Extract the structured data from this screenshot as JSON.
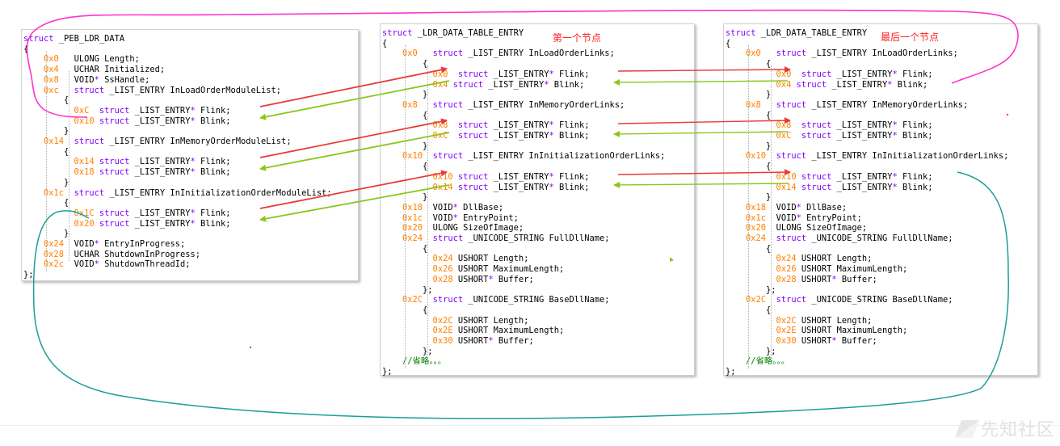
{
  "panels": [
    {
      "id": "peb-ldr-data",
      "lines": [
        [
          [
            "kw",
            "struct"
          ],
          [
            "st",
            " _PEB_LDR_DATA"
          ]
        ],
        [
          [
            "st",
            "{"
          ]
        ],
        [
          [
            "off",
            "    0x0  "
          ],
          [
            "tp",
            " ULONG Length;"
          ]
        ],
        [
          [
            "off",
            "    0x4  "
          ],
          [
            "tp",
            " UCHAR Initialized;"
          ]
        ],
        [
          [
            "off",
            "    0x8  "
          ],
          [
            "tp",
            " VOID"
          ],
          [
            "kw",
            "*"
          ],
          [
            "tp",
            " SsHandle;"
          ]
        ],
        [
          [
            "off",
            "    0xc  "
          ],
          [
            "kw",
            " struct"
          ],
          [
            "st",
            " _LIST_ENTRY InLoadOrderModuleList;"
          ]
        ],
        [
          [
            "st",
            "        {"
          ]
        ],
        [
          [
            "off",
            "          0xC"
          ],
          [
            "kw",
            "  struct"
          ],
          [
            "st",
            " _LIST_ENTRY"
          ],
          [
            "kw",
            "*"
          ],
          [
            "st",
            " Flink;"
          ]
        ],
        [
          [
            "off",
            "          0x10"
          ],
          [
            "kw",
            " struct"
          ],
          [
            "st",
            " _LIST_ENTRY"
          ],
          [
            "kw",
            "*"
          ],
          [
            "st",
            " Blink;"
          ]
        ],
        [
          [
            "st",
            "        }"
          ]
        ],
        [
          [
            "off",
            "    0x14 "
          ],
          [
            "kw",
            " struct"
          ],
          [
            "st",
            " _LIST_ENTRY InMemoryOrderModuleList;"
          ]
        ],
        [
          [
            "st",
            "        {"
          ]
        ],
        [
          [
            "off",
            "          0x14"
          ],
          [
            "kw",
            " struct"
          ],
          [
            "st",
            " _LIST_ENTRY"
          ],
          [
            "kw",
            "*"
          ],
          [
            "st",
            " Flink;"
          ]
        ],
        [
          [
            "off",
            "          0x18"
          ],
          [
            "kw",
            " struct"
          ],
          [
            "st",
            " _LIST_ENTRY"
          ],
          [
            "kw",
            "*"
          ],
          [
            "st",
            " Blink;"
          ]
        ],
        [
          [
            "st",
            "        }"
          ]
        ],
        [
          [
            "off",
            "    0x1c "
          ],
          [
            "kw",
            " struct"
          ],
          [
            "st",
            " _LIST_ENTRY InInitializationOrderModuleList;"
          ]
        ],
        [
          [
            "st",
            "        {"
          ]
        ],
        [
          [
            "off",
            "          0x1C"
          ],
          [
            "kw",
            " struct"
          ],
          [
            "st",
            " _LIST_ENTRY"
          ],
          [
            "kw",
            "*"
          ],
          [
            "st",
            " Flink;"
          ]
        ],
        [
          [
            "off",
            "          0x20"
          ],
          [
            "kw",
            " struct"
          ],
          [
            "st",
            " _LIST_ENTRY"
          ],
          [
            "kw",
            "*"
          ],
          [
            "st",
            " Blink;"
          ]
        ],
        [
          [
            "st",
            "        }"
          ]
        ],
        [
          [
            "off",
            "    0x24 "
          ],
          [
            "tp",
            " VOID"
          ],
          [
            "kw",
            "*"
          ],
          [
            "tp",
            " EntryInProgress;"
          ]
        ],
        [
          [
            "off",
            "    0x28 "
          ],
          [
            "tp",
            " UCHAR ShutdownInProgress;"
          ]
        ],
        [
          [
            "off",
            "    0x2c "
          ],
          [
            "tp",
            " VOID"
          ],
          [
            "kw",
            "*"
          ],
          [
            "tp",
            " ShutdownThreadId;"
          ]
        ],
        [
          [
            "st",
            "};"
          ]
        ]
      ]
    },
    {
      "id": "ldr-entry-first",
      "lines": [
        [
          [
            "kw",
            "struct"
          ],
          [
            "st",
            " _LDR_DATA_TABLE_ENTRY"
          ]
        ],
        [
          [
            "st",
            "{"
          ]
        ],
        [
          [
            "off",
            "    0x0  "
          ],
          [
            "kw",
            " struct"
          ],
          [
            "st",
            " _LIST_ENTRY InLoadOrderLinks;"
          ]
        ],
        [
          [
            "st",
            "        {"
          ]
        ],
        [
          [
            "off",
            "          0x0 "
          ],
          [
            "kw",
            " struct"
          ],
          [
            "st",
            " _LIST_ENTRY"
          ],
          [
            "kw",
            "*"
          ],
          [
            "st",
            " Flink;"
          ]
        ],
        [
          [
            "off",
            "          0x4"
          ],
          [
            "kw",
            " struct"
          ],
          [
            "st",
            " _LIST_ENTRY"
          ],
          [
            "kw",
            "*"
          ],
          [
            "st",
            " Blink;"
          ]
        ],
        [
          [
            "st",
            "        }"
          ]
        ],
        [
          [
            "off",
            "    0x8  "
          ],
          [
            "kw",
            " struct"
          ],
          [
            "st",
            " _LIST_ENTRY InMemoryOrderLinks;"
          ]
        ],
        [
          [
            "st",
            "        {"
          ]
        ],
        [
          [
            "off",
            "          0x8 "
          ],
          [
            "kw",
            " struct"
          ],
          [
            "st",
            " _LIST_ENTRY"
          ],
          [
            "kw",
            "*"
          ],
          [
            "st",
            " Flink;"
          ]
        ],
        [
          [
            "off",
            "          0xC "
          ],
          [
            "kw",
            " struct"
          ],
          [
            "st",
            " _LIST_ENTRY"
          ],
          [
            "kw",
            "*"
          ],
          [
            "st",
            " Blink;"
          ]
        ],
        [
          [
            "st",
            "        }"
          ]
        ],
        [
          [
            "off",
            "    0x10 "
          ],
          [
            "kw",
            " struct"
          ],
          [
            "st",
            " _LIST_ENTRY InInitializationOrderLinks;"
          ]
        ],
        [
          [
            "st",
            "        {"
          ]
        ],
        [
          [
            "off",
            "          0x10"
          ],
          [
            "kw",
            " struct"
          ],
          [
            "st",
            " _LIST_ENTRY"
          ],
          [
            "kw",
            "*"
          ],
          [
            "st",
            " Flink;"
          ]
        ],
        [
          [
            "off",
            "          0x14"
          ],
          [
            "kw",
            " struct"
          ],
          [
            "st",
            " _LIST_ENTRY"
          ],
          [
            "kw",
            "*"
          ],
          [
            "st",
            " Blink;"
          ]
        ],
        [
          [
            "st",
            "        }"
          ]
        ],
        [
          [
            "off",
            "    0x18 "
          ],
          [
            "tp",
            " VOID"
          ],
          [
            "kw",
            "*"
          ],
          [
            "tp",
            " DllBase;"
          ]
        ],
        [
          [
            "off",
            "    0x1c "
          ],
          [
            "tp",
            " VOID"
          ],
          [
            "kw",
            "*"
          ],
          [
            "tp",
            " EntryPoint;"
          ]
        ],
        [
          [
            "off",
            "    0x20 "
          ],
          [
            "tp",
            " ULONG SizeOfImage;"
          ]
        ],
        [
          [
            "off",
            "    0x24 "
          ],
          [
            "kw",
            " struct"
          ],
          [
            "st",
            " _UNICODE_STRING FullDllName;"
          ]
        ],
        [
          [
            "st",
            "        {"
          ]
        ],
        [
          [
            "off",
            "          0x24"
          ],
          [
            "tp",
            " USHORT Length;"
          ]
        ],
        [
          [
            "off",
            "          0x26"
          ],
          [
            "tp",
            " USHORT MaximumLength;"
          ]
        ],
        [
          [
            "off",
            "          0x28"
          ],
          [
            "tp",
            " USHORT"
          ],
          [
            "kw",
            "*"
          ],
          [
            "tp",
            " Buffer;"
          ]
        ],
        [
          [
            "st",
            "        };"
          ]
        ],
        [
          [
            "off",
            "    0x2C "
          ],
          [
            "kw",
            " struct"
          ],
          [
            "st",
            " _UNICODE_STRING BaseDllName;"
          ]
        ],
        [
          [
            "st",
            "        {"
          ]
        ],
        [
          [
            "off",
            "          0x2C"
          ],
          [
            "tp",
            " USHORT Length;"
          ]
        ],
        [
          [
            "off",
            "          0x2E"
          ],
          [
            "tp",
            " USHORT MaximumLength;"
          ]
        ],
        [
          [
            "off",
            "          0x30"
          ],
          [
            "tp",
            " USHORT"
          ],
          [
            "kw",
            "*"
          ],
          [
            "tp",
            " Buffer;"
          ]
        ],
        [
          [
            "st",
            "        };"
          ]
        ],
        [
          [
            "cm",
            "    //省略。。。"
          ]
        ],
        [
          [
            "st",
            "};"
          ]
        ]
      ]
    },
    {
      "id": "ldr-entry-last",
      "lines": [
        [
          [
            "kw",
            "struct"
          ],
          [
            "st",
            " _LDR_DATA_TABLE_ENTRY"
          ]
        ],
        [
          [
            "st",
            "{"
          ]
        ],
        [
          [
            "off",
            "    0x0  "
          ],
          [
            "kw",
            " struct"
          ],
          [
            "st",
            " _LIST_ENTRY InLoadOrderLinks;"
          ]
        ],
        [
          [
            "st",
            "        {"
          ]
        ],
        [
          [
            "off",
            "          0x0 "
          ],
          [
            "kw",
            " struct"
          ],
          [
            "st",
            " _LIST_ENTRY"
          ],
          [
            "kw",
            "*"
          ],
          [
            "st",
            " Flink;"
          ]
        ],
        [
          [
            "off",
            "          0x4"
          ],
          [
            "kw",
            " struct"
          ],
          [
            "st",
            " _LIST_ENTRY"
          ],
          [
            "kw",
            "*"
          ],
          [
            "st",
            " Blink;"
          ]
        ],
        [
          [
            "st",
            "        }"
          ]
        ],
        [
          [
            "off",
            "    0x8  "
          ],
          [
            "kw",
            " struct"
          ],
          [
            "st",
            " _LIST_ENTRY InMemoryOrderLinks;"
          ]
        ],
        [
          [
            "st",
            "        {"
          ]
        ],
        [
          [
            "off",
            "          0x8 "
          ],
          [
            "kw",
            " struct"
          ],
          [
            "st",
            " _LIST_ENTRY"
          ],
          [
            "kw",
            "*"
          ],
          [
            "st",
            " Flink;"
          ]
        ],
        [
          [
            "off",
            "          0xC "
          ],
          [
            "kw",
            " struct"
          ],
          [
            "st",
            " _LIST_ENTRY"
          ],
          [
            "kw",
            "*"
          ],
          [
            "st",
            " Blink;"
          ]
        ],
        [
          [
            "st",
            "        }"
          ]
        ],
        [
          [
            "off",
            "    0x10 "
          ],
          [
            "kw",
            " struct"
          ],
          [
            "st",
            " _LIST_ENTRY InInitializationOrderLinks;"
          ]
        ],
        [
          [
            "st",
            "        {"
          ]
        ],
        [
          [
            "off",
            "          0x10"
          ],
          [
            "kw",
            " struct"
          ],
          [
            "st",
            " _LIST_ENTRY"
          ],
          [
            "kw",
            "*"
          ],
          [
            "st",
            " Flink;"
          ]
        ],
        [
          [
            "off",
            "          0x14"
          ],
          [
            "kw",
            " struct"
          ],
          [
            "st",
            " _LIST_ENTRY"
          ],
          [
            "kw",
            "*"
          ],
          [
            "st",
            " Blink;"
          ]
        ],
        [
          [
            "st",
            "        }"
          ]
        ],
        [
          [
            "off",
            "    0x18 "
          ],
          [
            "tp",
            " VOID"
          ],
          [
            "kw",
            "*"
          ],
          [
            "tp",
            " DllBase;"
          ]
        ],
        [
          [
            "off",
            "    0x1c "
          ],
          [
            "tp",
            " VOID"
          ],
          [
            "kw",
            "*"
          ],
          [
            "tp",
            " EntryPoint;"
          ]
        ],
        [
          [
            "off",
            "    0x20 "
          ],
          [
            "tp",
            " ULONG SizeOfImage;"
          ]
        ],
        [
          [
            "off",
            "    0x24 "
          ],
          [
            "kw",
            " struct"
          ],
          [
            "st",
            " _UNICODE_STRING FullDllName;"
          ]
        ],
        [
          [
            "st",
            "        {"
          ]
        ],
        [
          [
            "off",
            "          0x24"
          ],
          [
            "tp",
            " USHORT Length;"
          ]
        ],
        [
          [
            "off",
            "          0x26"
          ],
          [
            "tp",
            " USHORT MaximumLength;"
          ]
        ],
        [
          [
            "off",
            "          0x28"
          ],
          [
            "tp",
            " USHORT"
          ],
          [
            "kw",
            "*"
          ],
          [
            "tp",
            " Buffer;"
          ]
        ],
        [
          [
            "st",
            "        };"
          ]
        ],
        [
          [
            "off",
            "    0x2C "
          ],
          [
            "kw",
            " struct"
          ],
          [
            "st",
            " _UNICODE_STRING BaseDllName;"
          ]
        ],
        [
          [
            "st",
            "        {"
          ]
        ],
        [
          [
            "off",
            "          0x2C"
          ],
          [
            "tp",
            " USHORT Length;"
          ]
        ],
        [
          [
            "off",
            "          0x2E"
          ],
          [
            "tp",
            " USHORT MaximumLength;"
          ]
        ],
        [
          [
            "off",
            "          0x30"
          ],
          [
            "tp",
            " USHORT"
          ],
          [
            "kw",
            "*"
          ],
          [
            "tp",
            " Buffer;"
          ]
        ],
        [
          [
            "st",
            "        };"
          ]
        ],
        [
          [
            "cm",
            "    //省略。。。"
          ]
        ],
        [
          [
            "st",
            "};"
          ]
        ]
      ]
    }
  ],
  "captions": {
    "first_node": "第一个节点",
    "last_node": "最后一个节点"
  },
  "watermark": "先知社区",
  "colors": {
    "offset": "#ff8000",
    "keyword": "#8000ff",
    "comment": "#008000",
    "flink_arrow": "#e83a3a",
    "blink_arrow": "#8bc61a",
    "wrap_load_order": "#ff33cc",
    "wrap_init_order": "#1a9e96"
  }
}
